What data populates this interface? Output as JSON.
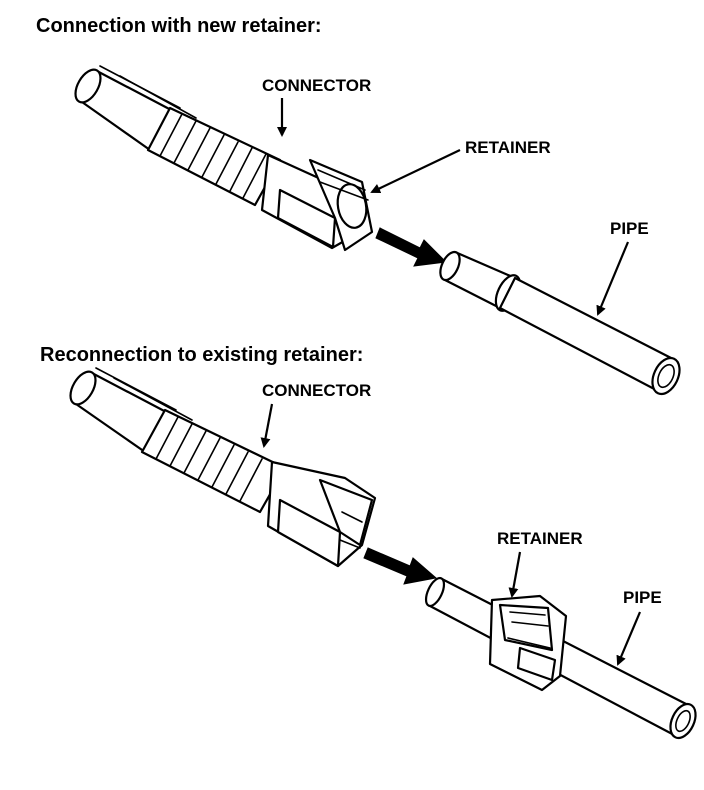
{
  "panel_top": {
    "heading": "Connection with new retainer:",
    "labels": {
      "connector": "CONNECTOR",
      "retainer": "RETAINER",
      "pipe": "PIPE"
    }
  },
  "panel_bottom": {
    "heading": "Reconnection to existing retainer:",
    "labels": {
      "connector": "CONNECTOR",
      "retainer": "RETAINER",
      "pipe": "PIPE"
    }
  }
}
